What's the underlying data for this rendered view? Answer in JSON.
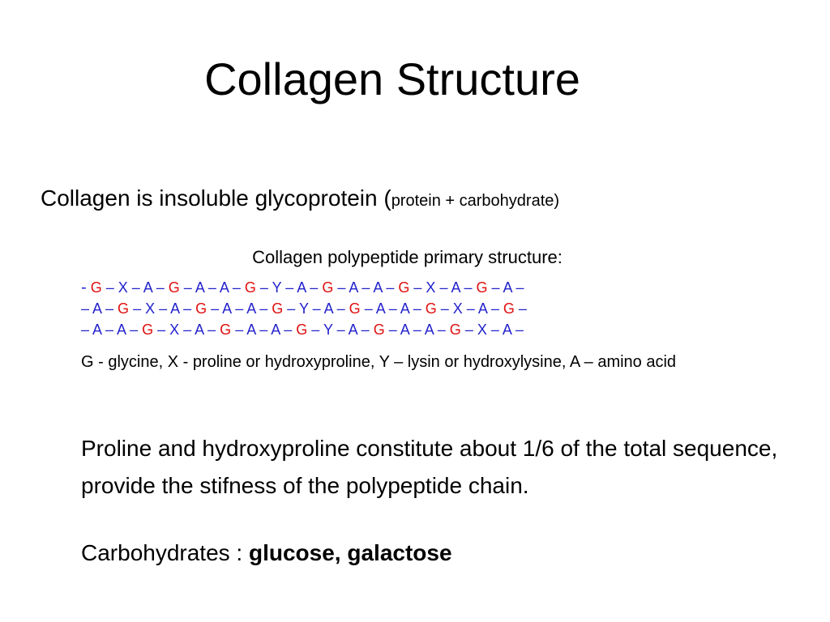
{
  "slide": {
    "title": "Collagen Structure",
    "intro": {
      "main": "Collagen is insoluble glycoprotein (",
      "small": "protein + carbohydrate)"
    },
    "subheading": "Collagen polypeptide primary structure:",
    "sequence": {
      "lead": "-",
      "lines": [
        [
          " ",
          "G",
          " – X – A – ",
          "G",
          " – A – A – ",
          "G",
          " – Y – A – ",
          "G",
          " – A – A – ",
          "G",
          " – X – A – ",
          "G",
          " – A –"
        ],
        [
          "– A – ",
          "G",
          " – X – A – ",
          "G",
          " – A – A – ",
          "G",
          " – Y – A – ",
          "G",
          " – A – A – ",
          "G",
          " – X – A – ",
          "G",
          " –"
        ],
        [
          "– A – A – ",
          "G",
          " – X – A – ",
          "G",
          " – A – A – ",
          "G",
          " – Y – A – ",
          "G",
          " – A – A – ",
          "G",
          " – X – A –"
        ]
      ],
      "colors": {
        "glycine": "#e01010",
        "other": "#2222cc"
      }
    },
    "legend": "G - glycine, X - proline or hydroxyproline, Y – lysin or hydroxylysine, A – amino acid",
    "paragraph": " Proline and hydroxyproline constitute about 1/6 of the total sequence, provide the stifness of the polypeptide chain.",
    "carbohydrates": {
      "label": "Carbohydrates : ",
      "value": "glucose, galactose"
    }
  }
}
